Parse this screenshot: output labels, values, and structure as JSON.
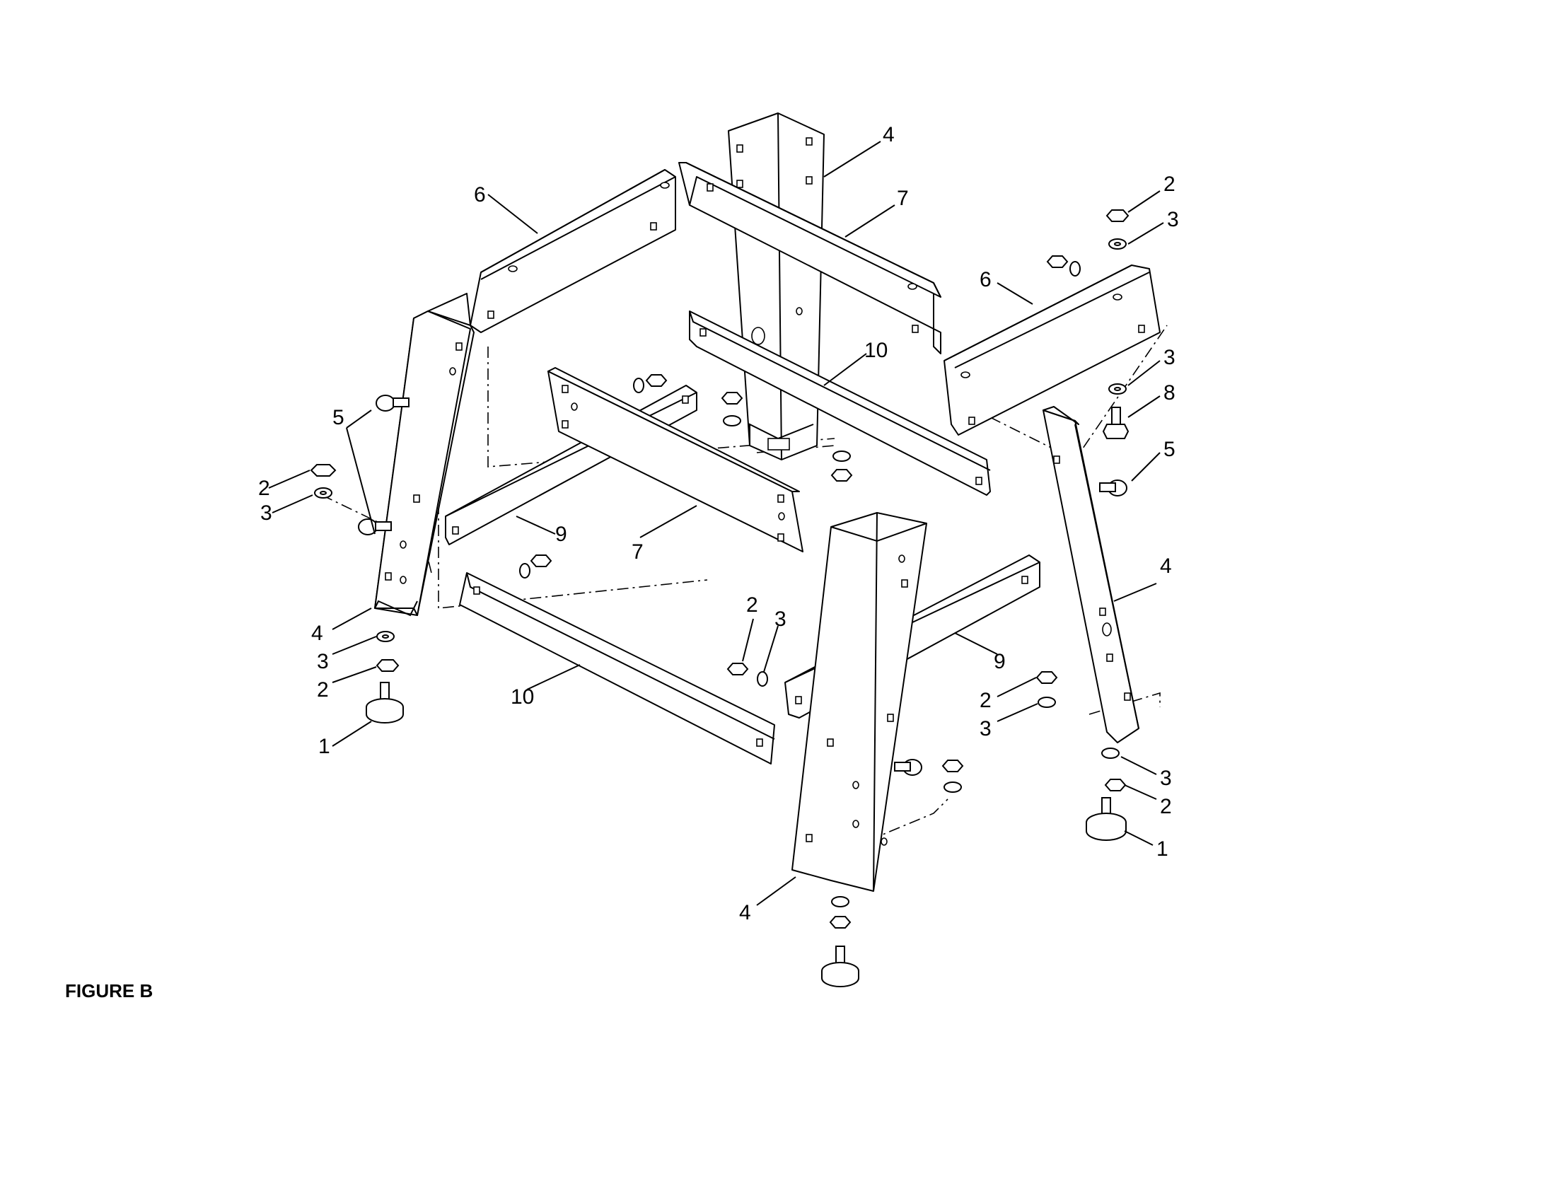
{
  "figure_label": "FIGURE B",
  "part_numbers": {
    "leveling_foot": "1",
    "hex_nut": "2",
    "washer": "3",
    "leg": "4",
    "carriage_bolt": "5",
    "side_brace": "6",
    "end_brace": "7",
    "hex_bolt": "8",
    "lower_side_stretcher": "9",
    "lower_end_stretcher": "10"
  }
}
